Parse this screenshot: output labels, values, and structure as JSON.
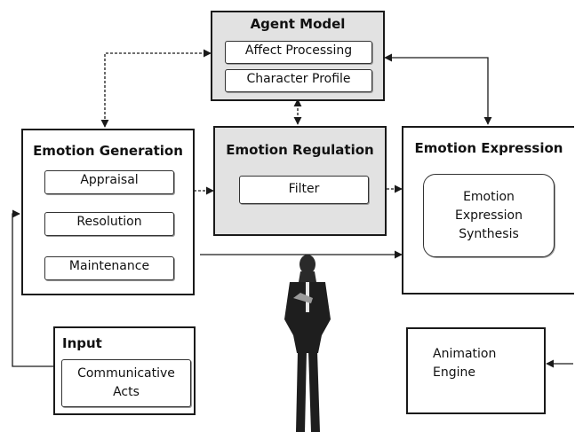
{
  "agent_model": {
    "title": "Agent Model",
    "items": [
      "Affect Processing",
      "Character Profile"
    ]
  },
  "emotion_generation": {
    "title": "Emotion Generation",
    "items": [
      "Appraisal",
      "Resolution",
      "Maintenance"
    ]
  },
  "emotion_regulation": {
    "title": "Emotion Regulation",
    "items": [
      "Filter"
    ]
  },
  "emotion_expression": {
    "title": "Emotion Expression",
    "items": [
      "Emotion",
      "Expression",
      "Synthesis"
    ]
  },
  "input": {
    "title": "Input",
    "items": [
      "Communicative",
      "Acts"
    ]
  },
  "animation": {
    "lines": [
      "Animation",
      "Engine"
    ]
  },
  "colors": {
    "stroke": "#1a1a1a",
    "panel_shade": "#e2e2e2"
  }
}
